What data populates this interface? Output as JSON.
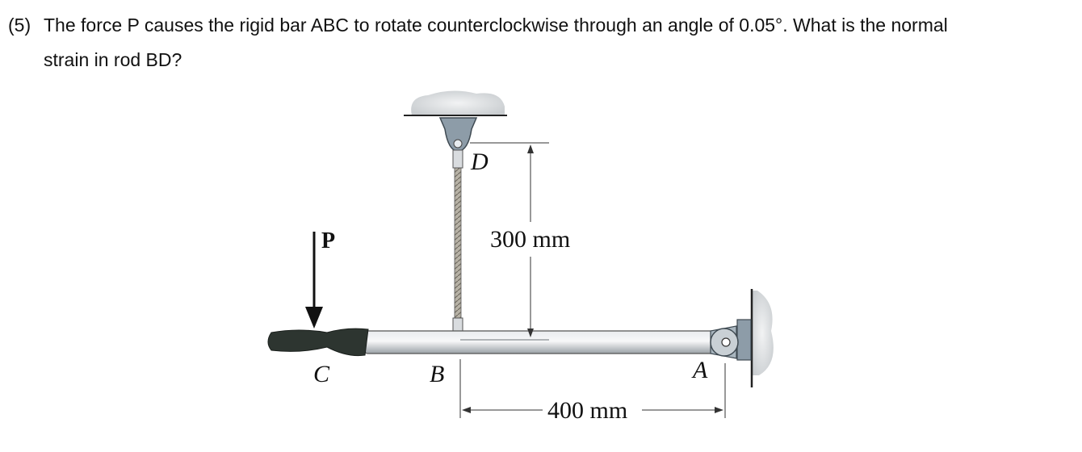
{
  "question": {
    "number": "(5)",
    "line1": "The force P causes the rigid bar ABC to rotate counterclockwise through an angle of 0.05°. What is the normal",
    "line2": "strain in rod BD?"
  },
  "figure": {
    "labels": {
      "force": "P",
      "point_c": "C",
      "point_b": "B",
      "point_a": "A",
      "point_d": "D",
      "rod_length": "300 mm",
      "span_length": "400 mm"
    },
    "colors": {
      "bar": "#cfd4d8",
      "handle": "#2d3530",
      "rod": "#9a958a",
      "bracket": "#8a9aa6",
      "support": "#d9dcdf"
    }
  }
}
